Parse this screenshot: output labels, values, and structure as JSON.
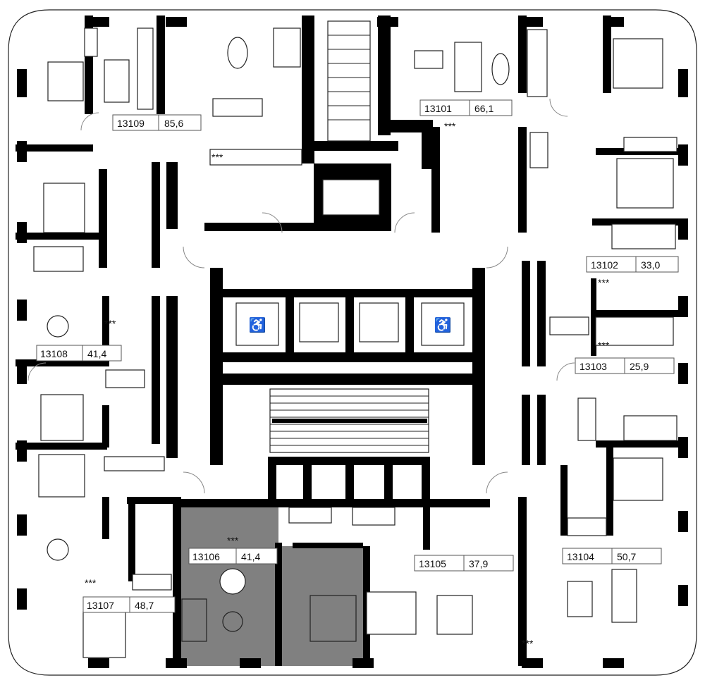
{
  "floor_plan": {
    "colors": {
      "wall": "#000000",
      "highlight": "#808080",
      "background": "#ffffff"
    },
    "units": [
      {
        "number": "13101",
        "area": "66,1"
      },
      {
        "number": "13102",
        "area": "33,0"
      },
      {
        "number": "13103",
        "area": "25,9"
      },
      {
        "number": "13104",
        "area": "50,7"
      },
      {
        "number": "13105",
        "area": "37,9"
      },
      {
        "number": "13106",
        "area": "41,4"
      },
      {
        "number": "13107",
        "area": "48,7"
      },
      {
        "number": "13108",
        "area": "41,4"
      },
      {
        "number": "13109",
        "area": "85,6"
      }
    ],
    "highlighted_unit": "13106",
    "stove_marks": [
      "***",
      "***",
      "***",
      "***",
      "***",
      "***",
      "***",
      "***"
    ]
  }
}
